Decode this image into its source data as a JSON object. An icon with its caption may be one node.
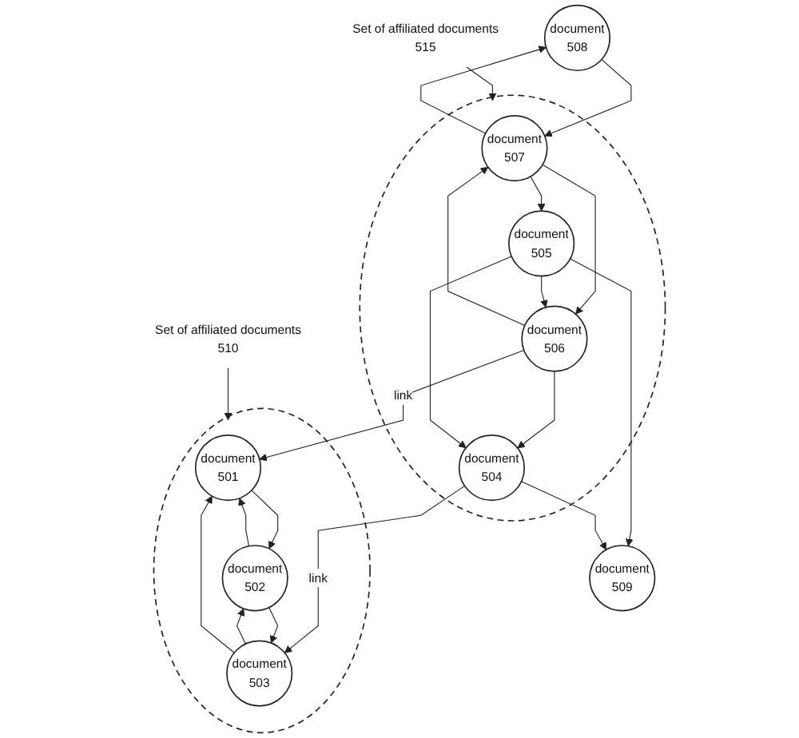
{
  "diagram": {
    "nodes": [
      {
        "text": [
          "Set of affiliated documents",
          "510"
        ]
      },
      {
        "text": [],
        "shape": "circle"
      },
      {
        "text": [
          "document",
          "501"
        ],
        "in": 1
      },
      {
        "text": [
          "document",
          "502"
        ],
        "in": 1
      },
      {
        "text": [
          "document",
          "503"
        ],
        "in": 1
      },
      {
        "text": [
          "document",
          "508"
        ]
      },
      {
        "text": [
          "Set of affiliated documents",
          "515"
        ]
      },
      {
        "text": [],
        "shape": "circle"
      },
      {
        "text": [
          "document",
          "507"
        ],
        "in": 7
      },
      {
        "text": [
          "document",
          "506"
        ],
        "in": 7
      },
      {
        "text": [
          "document",
          "505"
        ],
        "in": 7
      },
      {
        "text": [
          "document",
          "504"
        ],
        "in": 7
      },
      {
        "text": [
          "document",
          "509"
        ]
      }
    ],
    "edges": [
      {
        "from": 0,
        "to": 1,
        "arrow": "to"
      },
      {
        "from": 6,
        "to": 7,
        "arrow": "to"
      },
      {
        "from": 5,
        "to": 8,
        "arrow": "to"
      },
      {
        "from": 8,
        "to": 5,
        "arrow": "to"
      },
      {
        "from": 8,
        "to": 9,
        "arrow": "to"
      },
      {
        "from": 9,
        "to": 8,
        "arrow": "to"
      },
      {
        "from": 8,
        "to": 10,
        "arrow": "to"
      },
      {
        "from": 10,
        "to": 9,
        "arrow": "to"
      },
      {
        "from": 9,
        "to": 11,
        "arrow": "to"
      },
      {
        "from": 10,
        "to": 11,
        "arrow": "to"
      },
      {
        "from": 10,
        "to": 12,
        "arrow": "to"
      },
      {
        "from": 11,
        "to": 12,
        "arrow": "to"
      },
      {
        "from": 9,
        "to": 2,
        "label": "link",
        "arrow": "to"
      },
      {
        "from": 11,
        "to": 4,
        "label": "link",
        "arrow": "to"
      },
      {
        "from": 2,
        "to": 3,
        "arrow": "to"
      },
      {
        "from": 3,
        "to": 2,
        "arrow": "to"
      },
      {
        "from": 3,
        "to": 4,
        "arrow": "to"
      },
      {
        "from": 4,
        "to": 3,
        "arrow": "to"
      },
      {
        "from": 4,
        "to": 2,
        "arrow": "to"
      }
    ]
  }
}
